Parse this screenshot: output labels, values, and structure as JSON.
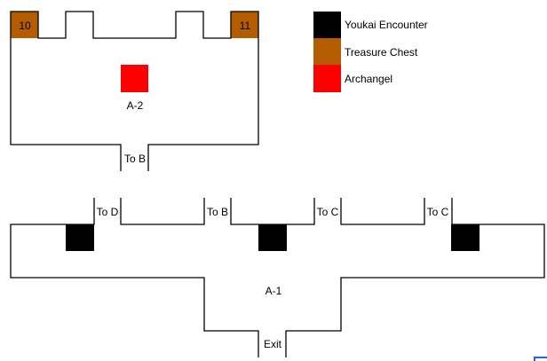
{
  "colors": {
    "youkai": "#000000",
    "chest": "#b35c00",
    "archangel": "#ff0000"
  },
  "legend": [
    {
      "label": "Youkai Encounter"
    },
    {
      "label": "Treasure Chest"
    },
    {
      "label": "Archangel"
    }
  ],
  "room_a2": {
    "name": "A-2",
    "chests": [
      "10",
      "11"
    ],
    "door": "To B"
  },
  "room_a1": {
    "name": "A-1",
    "doors": [
      "To D",
      "To B",
      "To C",
      "To C"
    ],
    "exit": "Exit"
  }
}
